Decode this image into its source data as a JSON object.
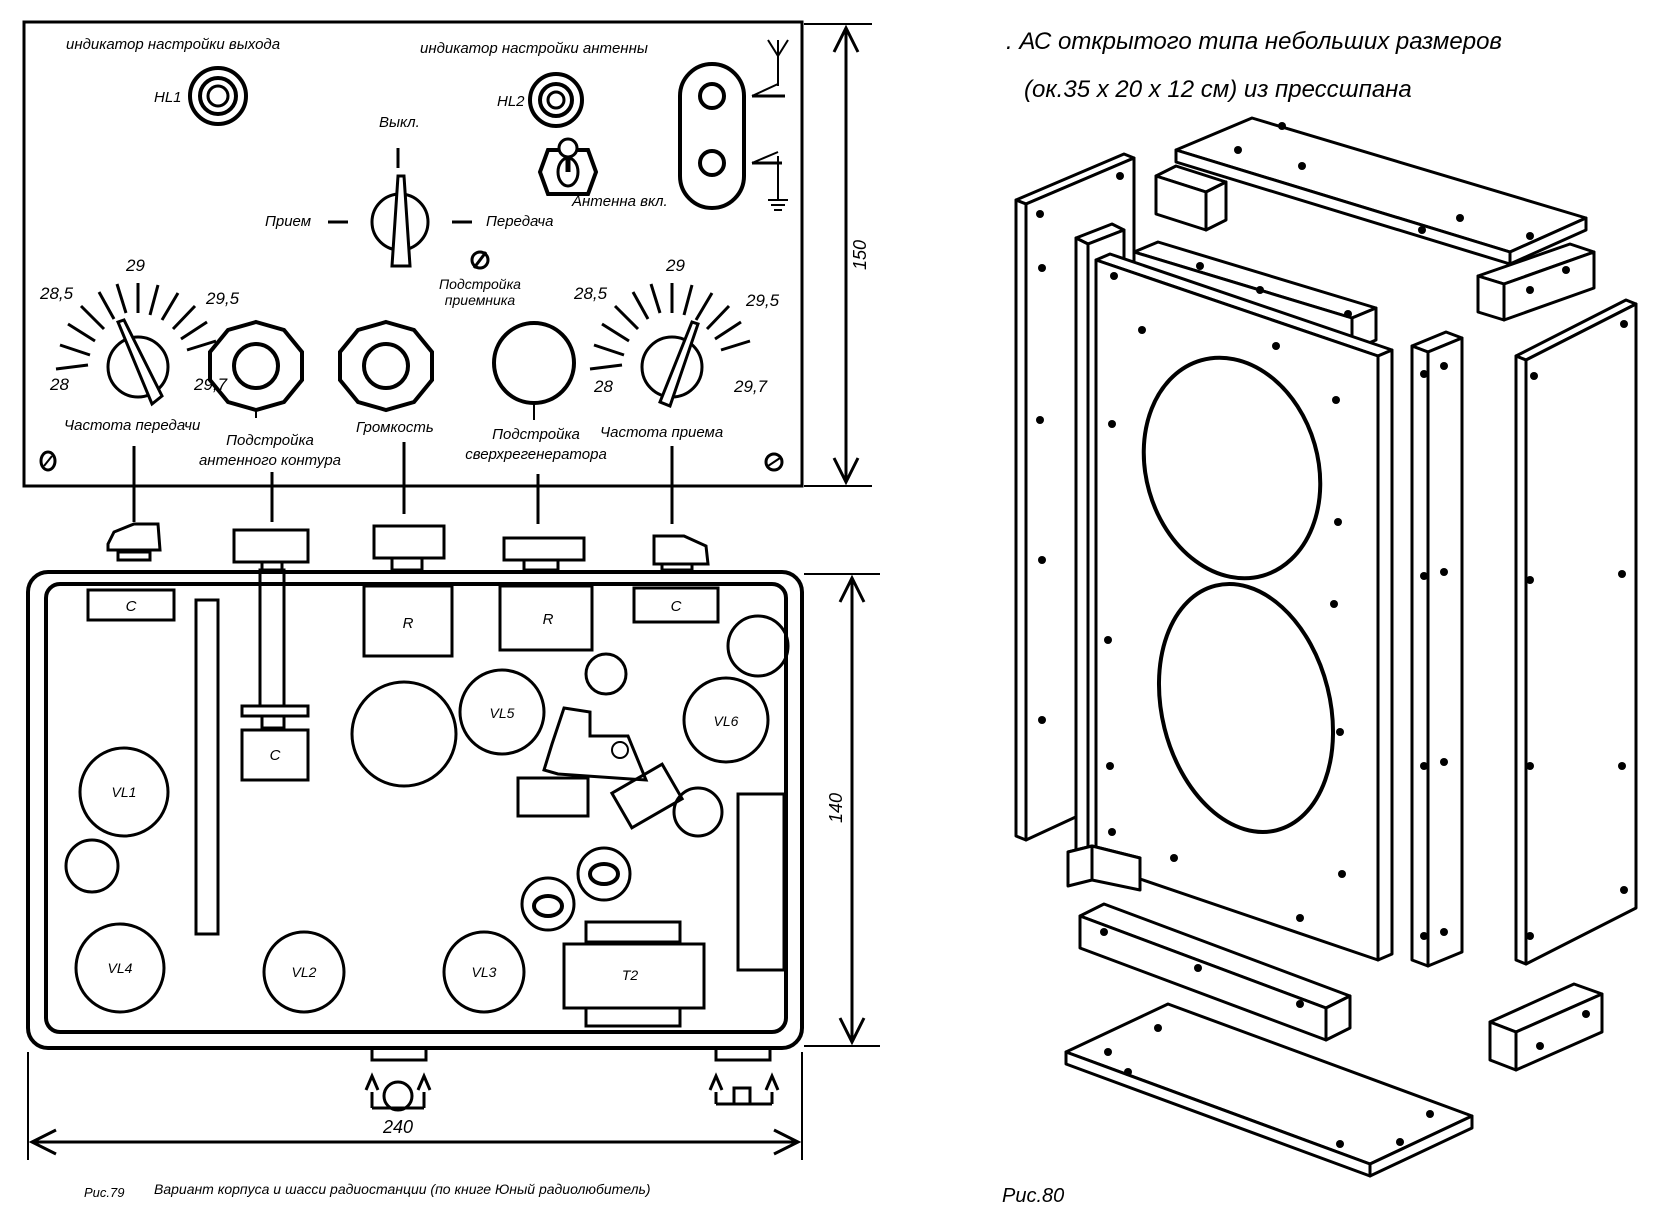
{
  "fig79": {
    "panel": {
      "hl1_indicator_label": "индикатор настройки выхода",
      "hl2_indicator_label": "индикатор настройки антенны",
      "hl1": "HL1",
      "hl2": "HL2",
      "switch_off": "Выкл.",
      "switch_rx": "Прием",
      "switch_tx": "Передача",
      "antenna_on": "Антенна вкл.",
      "rx_trim_line1": "Подстройка",
      "rx_trim_line2": "приемника",
      "tx_scale": [
        "28",
        "28,5",
        "29",
        "29,5",
        "29,7"
      ],
      "rx_scale": [
        "28",
        "28,5",
        "29",
        "29,5",
        "29,7"
      ],
      "tx_freq": "Частота передачи",
      "ant_trim_line1": "Подстройка",
      "ant_trim_line2": "антенного контура",
      "volume": "Громкость",
      "superregen_line1": "Подстройка",
      "superregen_line2": "сверхрегенератора",
      "rx_freq": "Частота приема",
      "height_dim": "150"
    },
    "chassis": {
      "c_left": "C",
      "c_right": "C",
      "c_shaft": "C",
      "r1": "R",
      "r2": "R",
      "vl1": "VL1",
      "vl2": "VL2",
      "vl3": "VL3",
      "vl4": "VL4",
      "vl5": "VL5",
      "vl6": "VL6",
      "t2": "T2",
      "depth_dim": "140",
      "width_dim": "240"
    },
    "caption_num": "Рис.79",
    "caption_text": "Вариант корпуса и шасси радиостанции (по книге Юный радиолюбитель)"
  },
  "fig80": {
    "title_line1": ". АС открытого типа небольших размеров",
    "title_line2": "(ок.35 х 20 х 12 см) из прессшпана",
    "caption": "Рис.80"
  }
}
